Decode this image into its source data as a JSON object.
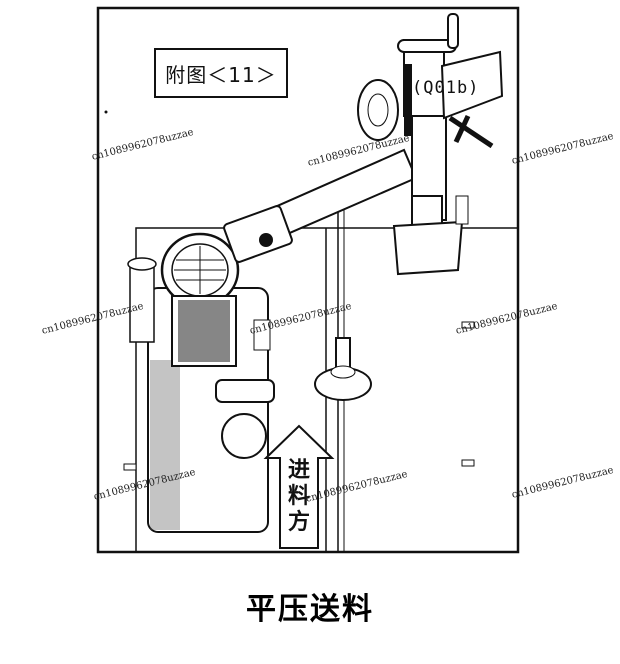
{
  "figure": {
    "label": "附图＜11＞",
    "part_label": "(Q01b)",
    "direction_label": [
      "进",
      "料",
      "方"
    ],
    "caption": "平压送料"
  },
  "watermarks": [
    "cn1089962078uzzae",
    "cn1089962078uzzae",
    "cn1089962078uzzae",
    "cn1089962078uzzae",
    "cn1089962078uzzae",
    "cn1089962078uzzae",
    "cn1089962078uzzae",
    "cn1089962078uzzae",
    "cn1089962078uzzae"
  ],
  "colors": {
    "line": "#111111",
    "fill": "#ffffff",
    "shade": "#333333"
  }
}
